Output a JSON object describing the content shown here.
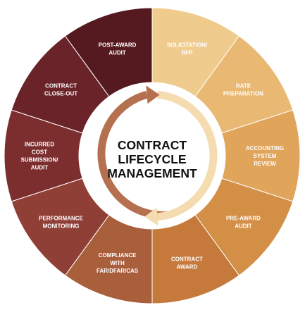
{
  "center_title": [
    "CONTRACT",
    "LIFECYCLE",
    "MANAGEMENT"
  ],
  "segments": [
    {
      "label": [
        "SOLICITATION/",
        "RFP"
      ],
      "color": "#f0cb8e"
    },
    {
      "label": [
        "RATE",
        "PREPARATION"
      ],
      "color": "#e9b872"
    },
    {
      "label": [
        "ACCOUNTING",
        "SYSTEM",
        "REVIEW"
      ],
      "color": "#e0a45a"
    },
    {
      "label": [
        "PRE-AWARD",
        "AUDIT"
      ],
      "color": "#d48f47"
    },
    {
      "label": [
        "CONTRACT",
        "AWARD"
      ],
      "color": "#c57a3c"
    },
    {
      "label": [
        "COMPLIANCE",
        "WITH",
        "FAR/DFAR/CAS"
      ],
      "color": "#a95e3c"
    },
    {
      "label": [
        "PERFORMANCE",
        "MONITORING"
      ],
      "color": "#8f3f36"
    },
    {
      "label": [
        "INCURRED",
        "COST",
        "SUBMISSION/",
        "AUDIT"
      ],
      "color": "#7c2e2f"
    },
    {
      "label": [
        "CONTRACT",
        "CLOSE-OUT"
      ],
      "color": "#6a2329"
    },
    {
      "label": [
        "POST-AWARD",
        "AUDIT"
      ],
      "color": "#551a20"
    }
  ],
  "arrow_colors": {
    "left_arc": "#b5704f",
    "right_arc": "#f4dcb0"
  }
}
